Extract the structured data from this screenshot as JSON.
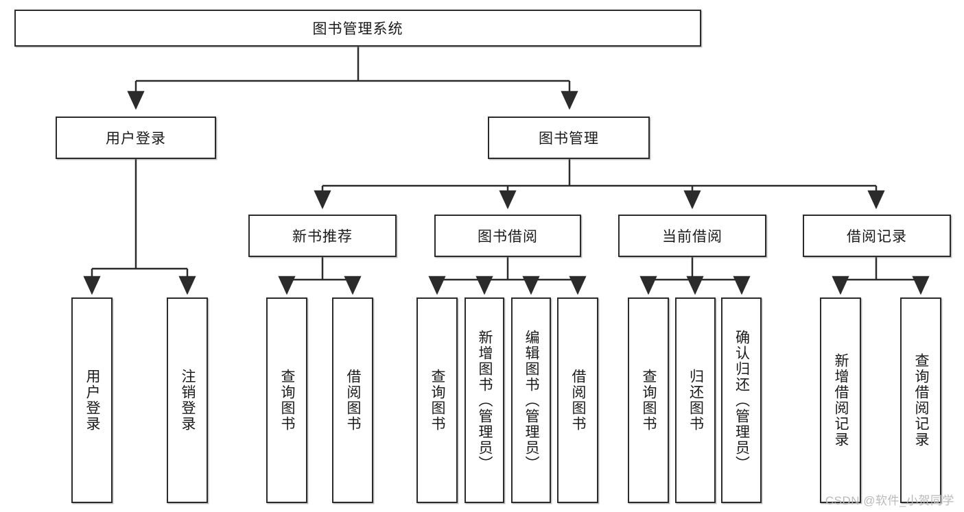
{
  "diagram": {
    "title_node": {
      "label": "图书管理系统"
    },
    "level2": [
      {
        "id": "user-login",
        "label": "用户登录"
      },
      {
        "id": "book-management",
        "label": "图书管理"
      }
    ],
    "level3": [
      {
        "id": "new-book-recommend",
        "label": "新书推荐"
      },
      {
        "id": "book-borrow",
        "label": "图书借阅"
      },
      {
        "id": "current-borrow",
        "label": "当前借阅"
      },
      {
        "id": "borrow-record",
        "label": "借阅记录"
      }
    ],
    "leaves": {
      "user_login": [
        {
          "id": "leaf-user-login",
          "label": "用户登录"
        },
        {
          "id": "leaf-logout-login",
          "label": "注销登录"
        }
      ],
      "new_book_recommend": [
        {
          "id": "leaf-query-book-1",
          "label": "查询图书"
        },
        {
          "id": "leaf-borrow-book-1",
          "label": "借阅图书"
        }
      ],
      "book_borrow": [
        {
          "id": "leaf-query-book-2",
          "label": "查询图书"
        },
        {
          "id": "leaf-add-book",
          "label": "新增图书（管理员）"
        },
        {
          "id": "leaf-edit-book",
          "label": "编辑图书（管理员）"
        },
        {
          "id": "leaf-borrow-book-2",
          "label": "借阅图书"
        }
      ],
      "current_borrow": [
        {
          "id": "leaf-query-book-3",
          "label": "查询图书"
        },
        {
          "id": "leaf-return-book",
          "label": "归还图书"
        },
        {
          "id": "leaf-confirm-return",
          "label": "确认归还（管理员）"
        }
      ],
      "borrow_record": [
        {
          "id": "leaf-add-borrow-record",
          "label": "新增借阅记录"
        },
        {
          "id": "leaf-query-borrow-record",
          "label": "查询借阅记录"
        }
      ]
    },
    "watermark": "CSDN @软件_小贺同学",
    "colors": {
      "stroke": "#2b2b2b",
      "fill": "#ffffff",
      "text": "#1a1a1a",
      "watermark": "#b9b9b9"
    }
  }
}
